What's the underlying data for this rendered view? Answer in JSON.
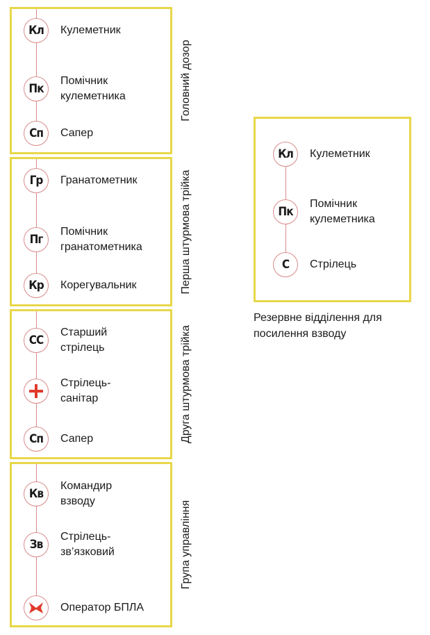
{
  "colors": {
    "box_border": "#e8d74a",
    "connector": "#d98a8a",
    "accent": "#e03a2a"
  },
  "groups": [
    {
      "title": "Головний дозор",
      "members": [
        {
          "abbr": "Кл",
          "role": "Кулеметник"
        },
        {
          "abbr": "Пк",
          "role": "Помічник\nкулеметника"
        },
        {
          "abbr": "Сп",
          "role": "Сапер"
        }
      ]
    },
    {
      "title": "Перша штурмова трійка",
      "members": [
        {
          "abbr": "Гр",
          "role": "Гранатометник"
        },
        {
          "abbr": "Пг",
          "role": "Помічник\nгранатометника"
        },
        {
          "abbr": "Кр",
          "role": "Корегувальник"
        }
      ]
    },
    {
      "title": "Друга штурмова трійка",
      "members": [
        {
          "abbr": "СС",
          "role": "Старший\nстрілець"
        },
        {
          "abbr": "",
          "icon": "medic-cross-icon",
          "role": "Стрілець-\nсанітар"
        },
        {
          "abbr": "Сп",
          "role": "Сапер"
        }
      ]
    },
    {
      "title": "Група управління",
      "members": [
        {
          "abbr": "Кв",
          "role": "Командир\nвзводу"
        },
        {
          "abbr": "Зв",
          "role": "Стрілець-\nзв’язковий"
        },
        {
          "abbr": "",
          "icon": "drone-operator-icon",
          "role": "Оператор БПЛА"
        }
      ]
    }
  ],
  "reserve": {
    "caption": "Резервне відділення для посилення взводу",
    "members": [
      {
        "abbr": "Кл",
        "role": "Кулеметник"
      },
      {
        "abbr": "Пк",
        "role": "Помічник\nкулеметника"
      },
      {
        "abbr": "С",
        "role": "Стрілець"
      }
    ]
  }
}
